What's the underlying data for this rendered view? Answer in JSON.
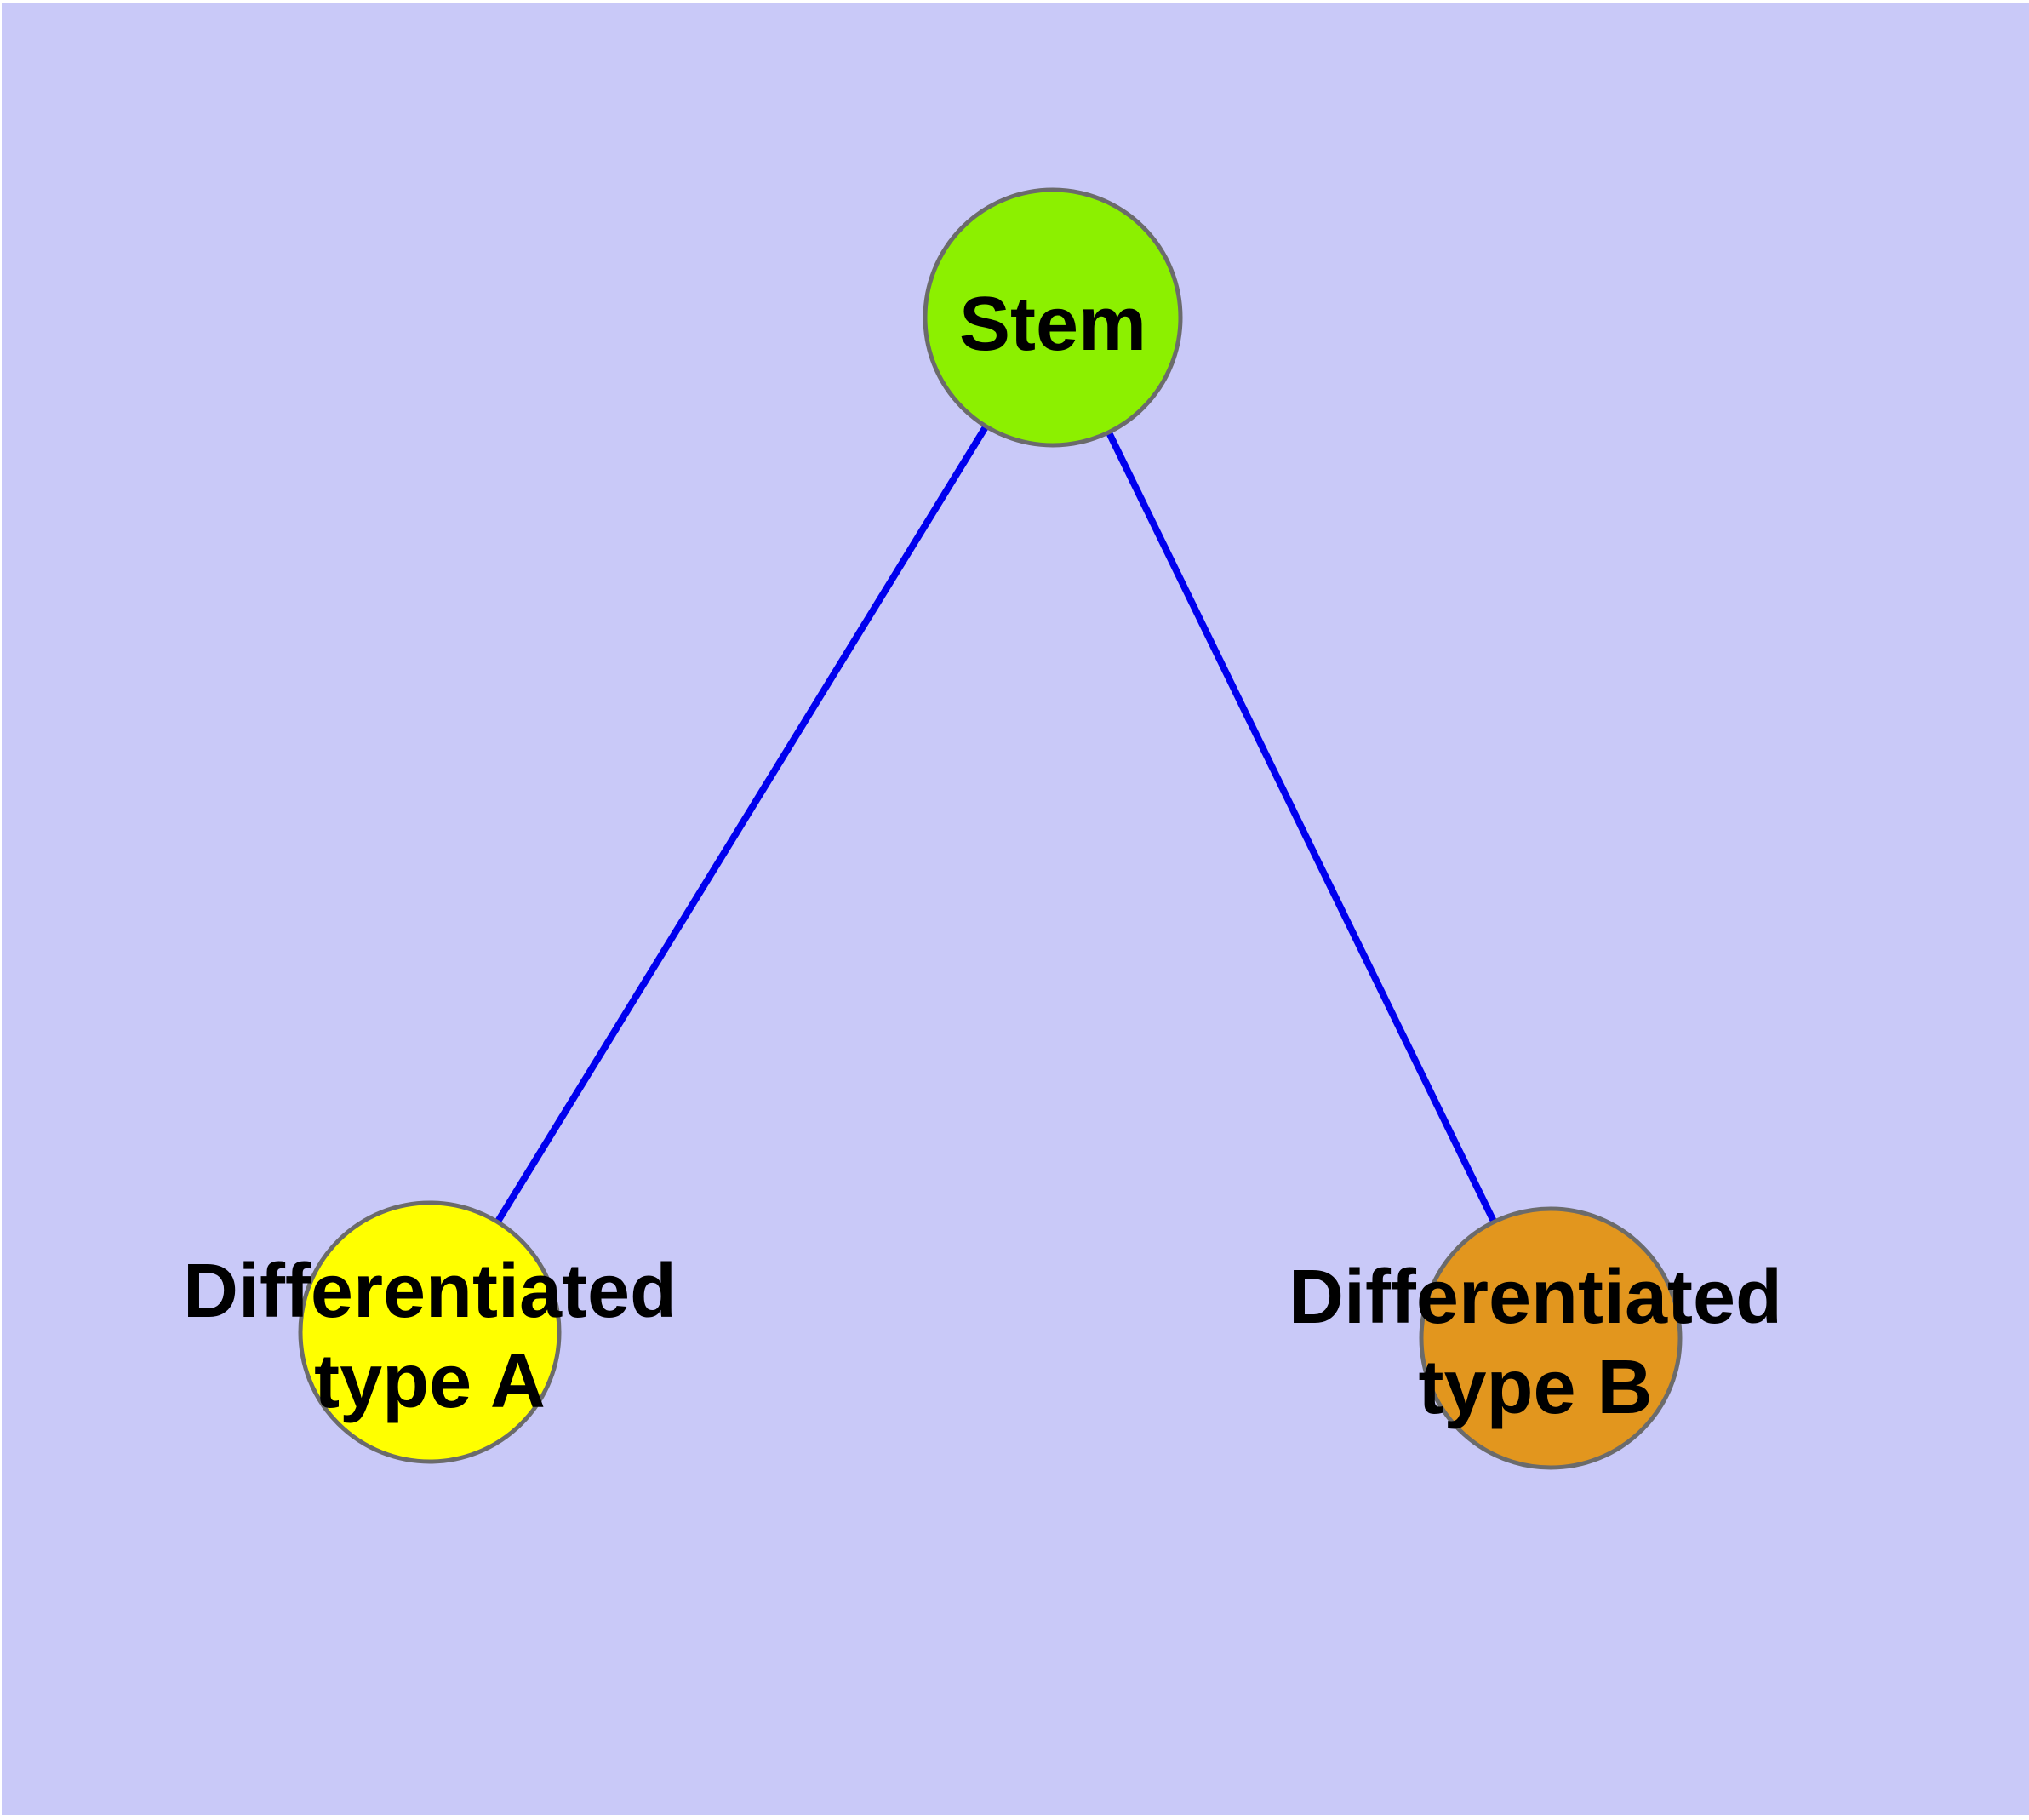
{
  "diagram": {
    "background_color": "#C9C9F8",
    "edge_color": "#0000EE",
    "node_border_color": "#6B6B6B",
    "label_color": "#000000",
    "nodes": [
      {
        "id": "stem",
        "label": "Stem",
        "lines": [
          "Stem"
        ],
        "fill": "#8CF000"
      },
      {
        "id": "differentiated-type-a",
        "label": "Differentiated type A",
        "lines": [
          "Differentiated",
          "type A"
        ],
        "fill": "#FFFF00"
      },
      {
        "id": "differentiated-type-b",
        "label": "Differentiated type B",
        "lines": [
          "Differentiated",
          "type B"
        ],
        "fill": "#E2961E"
      }
    ],
    "edges": [
      {
        "from": "stem",
        "to": "differentiated-type-a"
      },
      {
        "from": "stem",
        "to": "differentiated-type-b"
      }
    ]
  }
}
